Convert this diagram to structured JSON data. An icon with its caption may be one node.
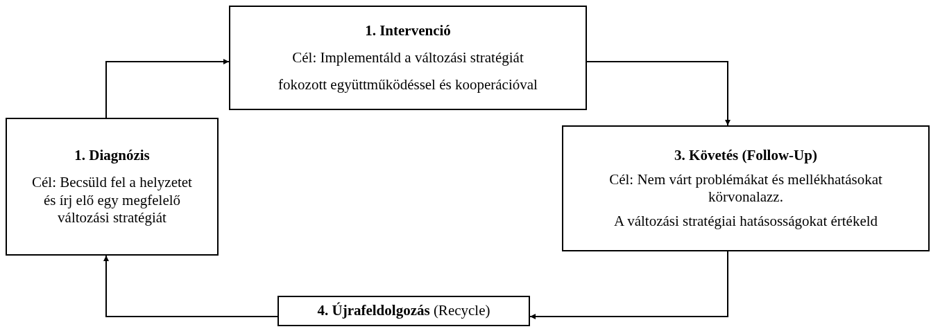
{
  "diagram": {
    "nodes": [
      {
        "text": [
          "1. Intervenció",
          "Cél: Implementáld a változási stratégiát",
          "fokozott együttműködéssel és kooperációval"
        ]
      },
      {
        "text": [
          "1. Diagnózis",
          "Cél: Becsüld fel a helyzetet és írj elő egy megfelelő változási stratégiát"
        ]
      },
      {
        "text": [
          "3. Követés (Follow-Up)",
          "Cél: Nem várt problémákat és mellékhatásokat körvonalazz.",
          "A változási stratégiai hatásosságokat értékeld"
        ]
      },
      {
        "text": [
          "**4. Újrafeldolgozás** (Recycle)"
        ]
      }
    ],
    "edges": [
      {
        "from": 1,
        "to": 0,
        "arrow": "to"
      },
      {
        "from": 0,
        "to": 2,
        "arrow": "to"
      },
      {
        "from": 2,
        "to": 3,
        "arrow": "to"
      },
      {
        "from": 3,
        "to": 1,
        "arrow": "to"
      }
    ]
  }
}
